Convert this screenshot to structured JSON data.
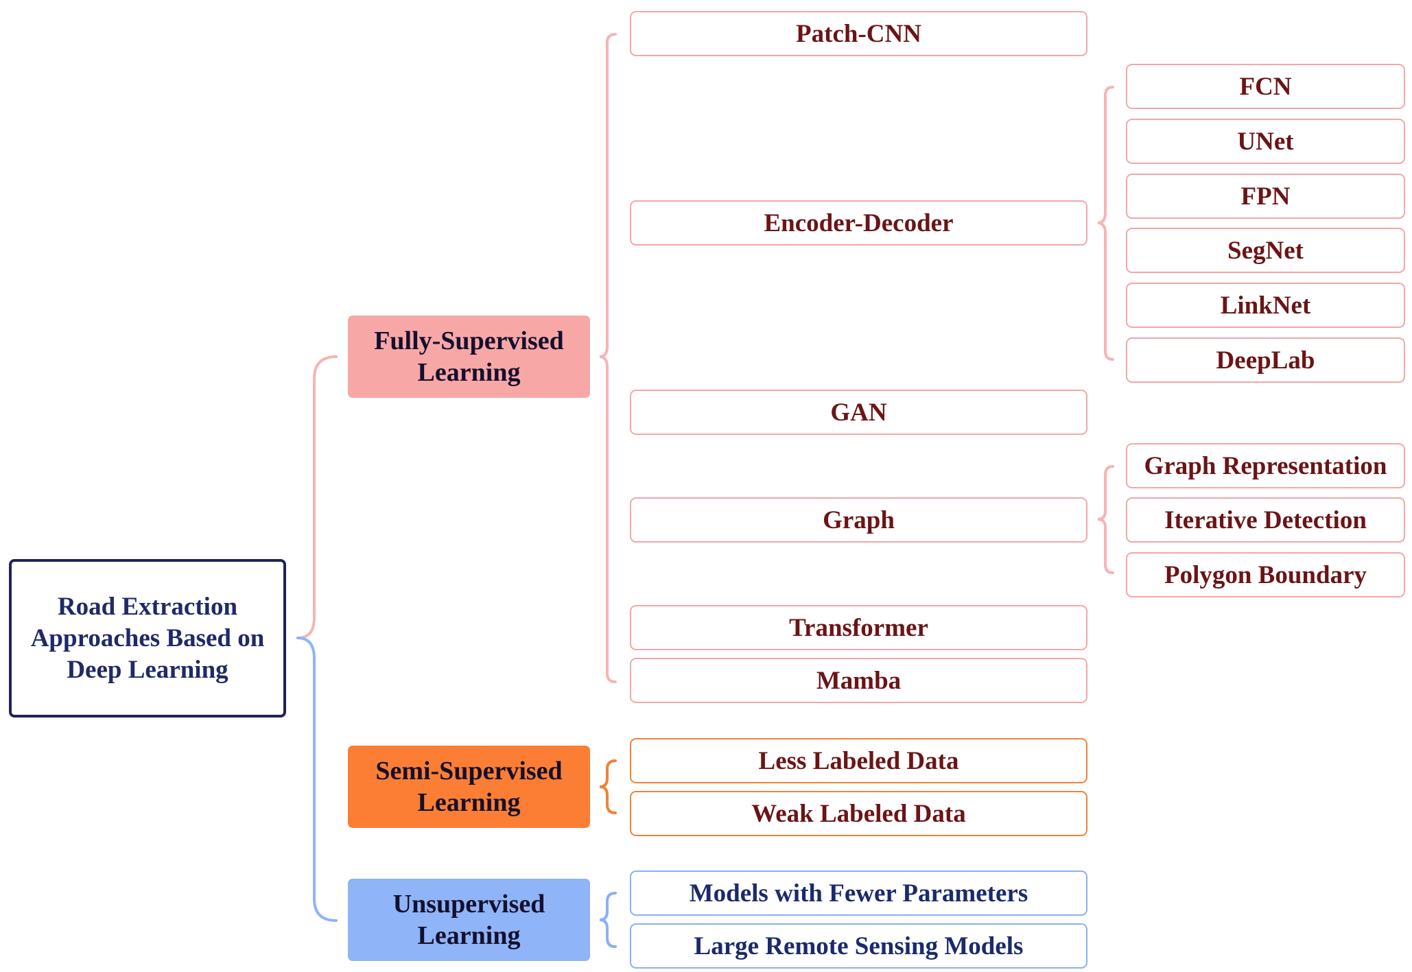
{
  "root": {
    "label": "Road Extraction Approaches Based on Deep Learning"
  },
  "categories": {
    "fully": {
      "label": "Fully-Supervised Learning"
    },
    "semi": {
      "label": "Semi-Supervised Learning"
    },
    "unsup": {
      "label": "Unsupervised Learning"
    }
  },
  "fully_methods": {
    "patch_cnn": "Patch-CNN",
    "encoder_decoder": "Encoder-Decoder",
    "gan": "GAN",
    "graph": "Graph",
    "transformer": "Transformer",
    "mamba": "Mamba"
  },
  "encoder_decoder_models": [
    "FCN",
    "UNet",
    "FPN",
    "SegNet",
    "LinkNet",
    "DeepLab"
  ],
  "graph_methods": [
    "Graph Representation",
    "Iterative Detection",
    "Polygon Boundary"
  ],
  "semi_methods": [
    "Less Labeled Data",
    "Weak Labeled Data"
  ],
  "unsup_methods": [
    "Models with Fewer Parameters",
    "Large Remote Sensing Models"
  ],
  "colors": {
    "root_border": "#1f2359",
    "fully": "#f8a7a7",
    "semi": "#fb7e34",
    "unsup": "#8fb4f7",
    "fully_text": "#6b1416",
    "unsup_text": "#1a2a6c"
  }
}
